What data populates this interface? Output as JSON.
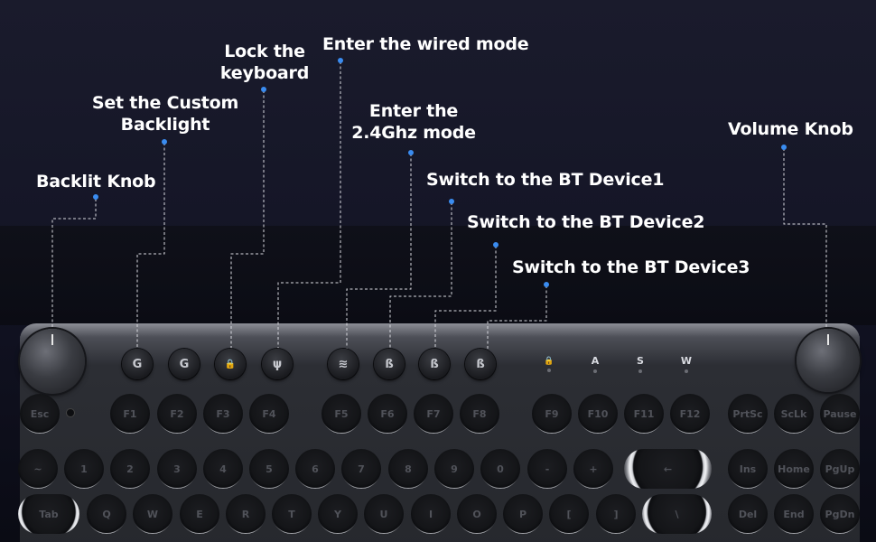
{
  "callouts": {
    "backlit_knob": "Backlit Knob",
    "custom_backlight_line1": "Set the Custom",
    "custom_backlight_line2": "Backlight",
    "lock_line1": "Lock the",
    "lock_line2": "keyboard",
    "wired_mode": "Enter the wired mode",
    "ghz_line1": "Enter the",
    "ghz_line2": "2.4Ghz mode",
    "bt1": "Switch to the BT Device1",
    "bt2": "Switch to the BT Device2",
    "bt3": "Switch to the BT Device3",
    "volume_knob": "Volume Knob"
  },
  "function_buttons": [
    {
      "label": "G",
      "icon": "g-letter"
    },
    {
      "label": "G",
      "icon": "g-letter"
    },
    {
      "label": "🔒",
      "icon": "lock-icon"
    },
    {
      "label": "ψ",
      "icon": "usb-icon"
    },
    {
      "label": "≋",
      "icon": "wireless-icon"
    },
    {
      "label": "ß",
      "icon": "bluetooth-icon"
    },
    {
      "label": "ß",
      "icon": "bluetooth-icon"
    },
    {
      "label": "ß",
      "icon": "bluetooth-icon"
    }
  ],
  "indicator_leds": [
    "🔒",
    "A",
    "S",
    "W"
  ],
  "keys_row1": [
    "Esc",
    "F1",
    "F2",
    "F3",
    "F4",
    "F5",
    "F6",
    "F7",
    "F8",
    "F9",
    "F10",
    "F11",
    "F12",
    "PrtSc",
    "ScLk",
    "Pause"
  ],
  "keys_row2": [
    "~",
    "1",
    "2",
    "3",
    "4",
    "5",
    "6",
    "7",
    "8",
    "9",
    "0",
    "-",
    "+",
    "←",
    "Ins",
    "Home",
    "PgUp"
  ],
  "keys_row3": [
    "Tab",
    "Q",
    "W",
    "E",
    "R",
    "T",
    "Y",
    "U",
    "I",
    "O",
    "P",
    "[",
    "]",
    "\\",
    "Del",
    "End",
    "PgDn"
  ],
  "colors": {
    "dot": "#3a8cf0",
    "text": "#ffffff",
    "background": "#151627"
  }
}
